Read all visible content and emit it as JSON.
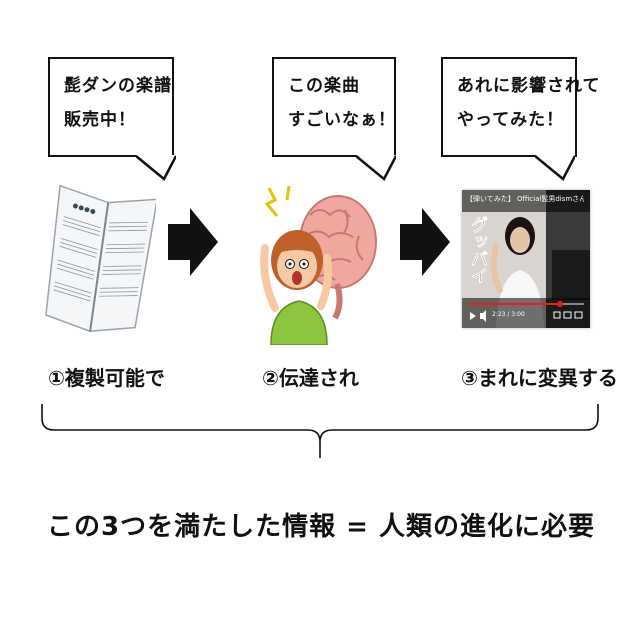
{
  "steps": [
    {
      "bubble_lines": [
        "髭ダンの楽譜",
        "販売中！"
      ],
      "label": "①複製可能で",
      "icon": "sheet-music-book"
    },
    {
      "bubble_lines": [
        "この楽曲",
        "すごいなぁ！"
      ],
      "label": "②伝達され",
      "icon": "person-with-brain"
    },
    {
      "bubble_lines": [
        "あれに影響されて",
        "やってみた！"
      ],
      "label": "③まれに変異する",
      "icon": "video-thumbnail"
    }
  ],
  "video": {
    "title": "【弾いてみた】 Official髭男dismさんのPrete...",
    "overlay_text": "グッバイ",
    "time": "2:23 / 3:00"
  },
  "conclusion": "この3つを満たした情報 = 人類の進化に必要",
  "colors": {
    "ink": "#111111",
    "skin": "#f6c9a4",
    "brain": "#f0a7a0",
    "shirt": "#8cc63f",
    "hair": "#c0602a",
    "youtube_red": "#e62117"
  }
}
